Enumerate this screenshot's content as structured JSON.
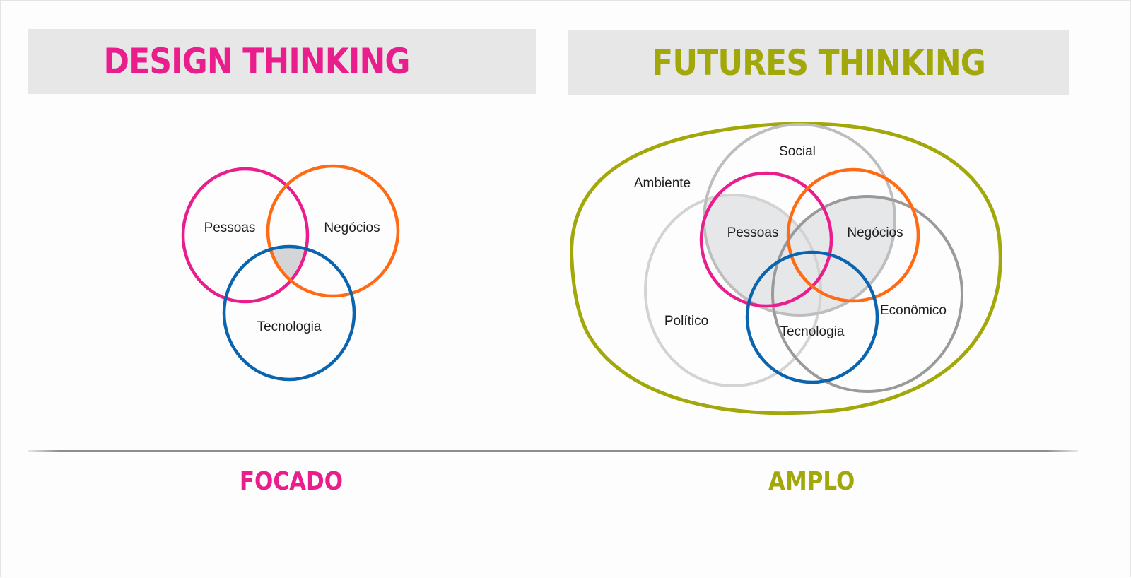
{
  "left_panel": {
    "title": "DESIGN THINKING",
    "title_color": "#e91e8c",
    "diagram": {
      "type": "venn",
      "sets": [
        {
          "label": "Pessoas",
          "color": "#e91e8c"
        },
        {
          "label": "Negócios",
          "color": "#ff6a13"
        },
        {
          "label": "Tecnologia",
          "color": "#0b64ae"
        }
      ],
      "intersection_fill": "#d4d5d7"
    },
    "footer": "FOCADO"
  },
  "right_panel": {
    "title": "FUTURES THINKING",
    "title_color": "#a2a80a",
    "diagram": {
      "type": "venn",
      "outer_boundary_color": "#a2a80a",
      "context_sets": [
        {
          "label": "Social",
          "color": "#bdbdbd"
        },
        {
          "label": "Ambiente",
          "color": "#a2a80a"
        },
        {
          "label": "Político",
          "color": "#d3d3d3"
        },
        {
          "label": "Econômico",
          "color": "#9a9a9a"
        }
      ],
      "core_sets": [
        {
          "label": "Pessoas",
          "color": "#e91e8c"
        },
        {
          "label": "Negócios",
          "color": "#ff6a13"
        },
        {
          "label": "Tecnologia",
          "color": "#0b64ae"
        }
      ],
      "intersection_fill": "#e6e7e9"
    },
    "footer": "AMPLO"
  }
}
